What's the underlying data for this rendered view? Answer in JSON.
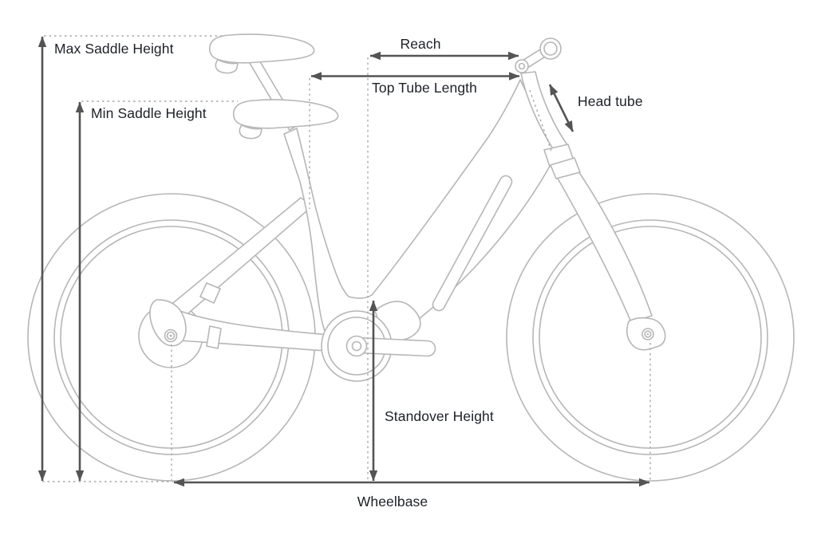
{
  "diagram": {
    "type": "bike-geometry-diagram",
    "subject": "step-through e-bike line drawing with dimension annotations",
    "colors": {
      "background": "#ffffff",
      "bike_outline": "#b6b6b6",
      "dimension": "#545454",
      "dotted": "#a8a8a8",
      "text": "#1d2127"
    }
  },
  "measurements": [
    {
      "id": "max-saddle-height",
      "label": "Max Saddle Height",
      "orientation": "vertical"
    },
    {
      "id": "min-saddle-height",
      "label": "Min Saddle Height",
      "orientation": "vertical"
    },
    {
      "id": "reach",
      "label": "Reach",
      "orientation": "horizontal"
    },
    {
      "id": "top-tube-length",
      "label": "Top Tube Length",
      "orientation": "horizontal"
    },
    {
      "id": "head-tube",
      "label": "Head tube",
      "orientation": "diagonal"
    },
    {
      "id": "standover-height",
      "label": "Standover Height",
      "orientation": "vertical"
    },
    {
      "id": "wheelbase",
      "label": "Wheelbase",
      "orientation": "horizontal"
    }
  ]
}
